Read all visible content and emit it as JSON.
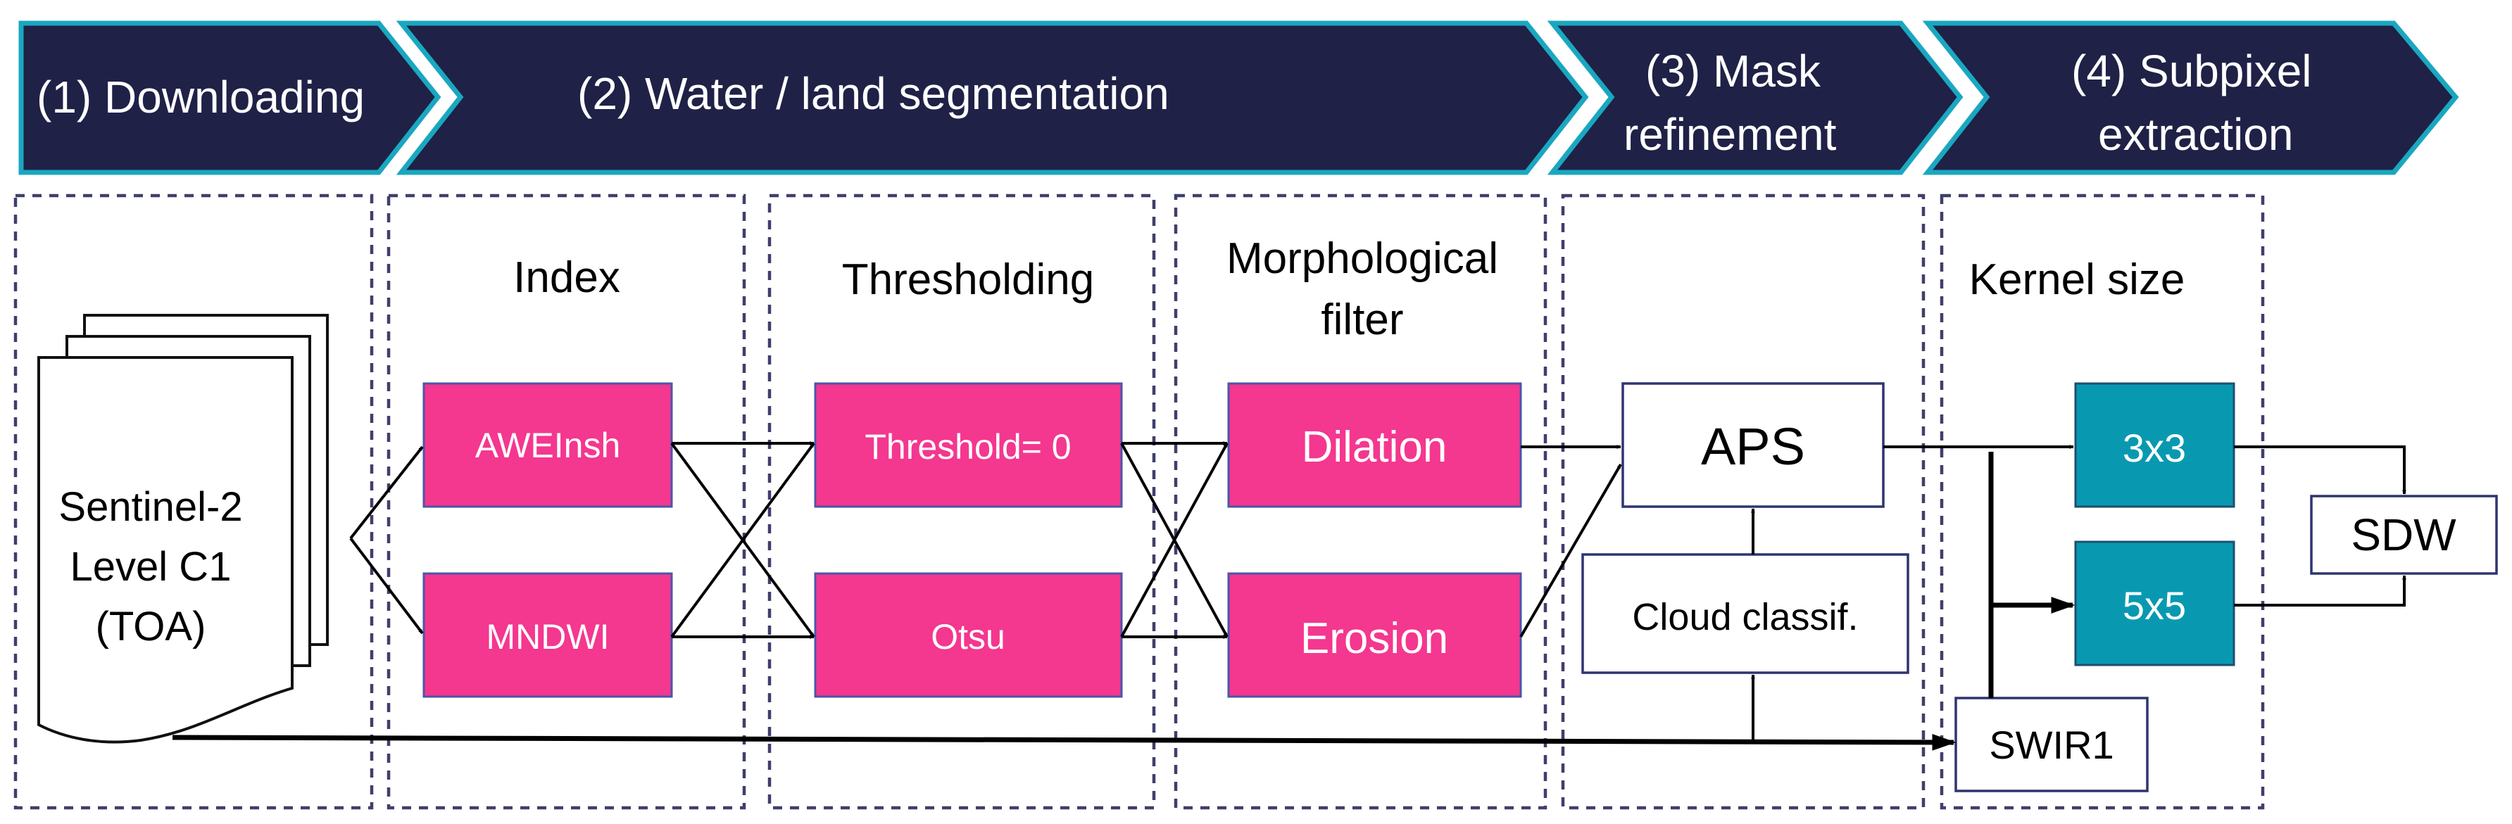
{
  "stages": [
    {
      "id": "downloading",
      "label": "(1) Downloading"
    },
    {
      "id": "segmentation",
      "label": "(2) Water / land segmentation"
    },
    {
      "id": "mask",
      "label_line1": "(3) Mask",
      "label_line2": "refinement"
    },
    {
      "id": "subpixel",
      "label_line1": "(4) Subpixel",
      "label_line2": "extraction"
    }
  ],
  "panels": {
    "index": {
      "header": "Index"
    },
    "thresholding": {
      "header": "Thresholding"
    },
    "morph": {
      "header_line1": "Morphological",
      "header_line2": "filter"
    },
    "kernel": {
      "header": "Kernel size"
    }
  },
  "input": {
    "line1": "Sentinel-2",
    "line2": "Level C1",
    "line3": "(TOA)"
  },
  "nodes": {
    "aweinsh": "AWEInsh",
    "mndwi": "MNDWI",
    "threshold0": "Threshold= 0",
    "otsu": "Otsu",
    "dilation": "Dilation",
    "erosion": "Erosion",
    "aps": "APS",
    "cloud": "Cloud classif.",
    "k3": "3x3",
    "k5": "5x5",
    "swir1": "SWIR1",
    "sdw": "SDW"
  },
  "colors": {
    "chevron_fill": "#1f2147",
    "chevron_border": "#1aa7c0",
    "index_box": "#f4378f",
    "kernel_box": "#0899b1"
  }
}
